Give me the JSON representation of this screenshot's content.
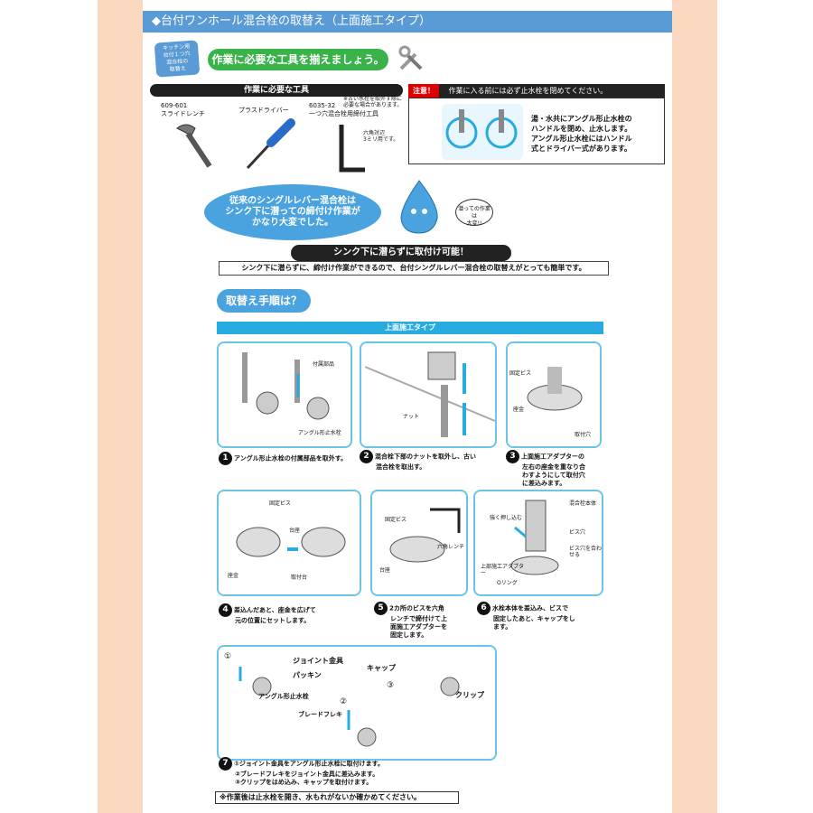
{
  "header": {
    "title": "◆台付ワンホール混合栓の取替え（上面施工タイプ）"
  },
  "badge": {
    "line1": "キッチン用",
    "line2": "台付１つ穴",
    "line3": "混合栓の",
    "line4": "取替え"
  },
  "tools_intro": {
    "heading": "作業に必要な工具を揃えましょう。"
  },
  "tools_section": {
    "title": "作業に必要な工具",
    "tools": [
      {
        "code": "609-601",
        "name": "スライドレンチ"
      },
      {
        "code": "",
        "name": "プラスドライバー"
      },
      {
        "code": "6035-32",
        "name": "一つ穴混合栓用締付工具"
      }
    ],
    "footnote_a": "※古い水栓を取外す際に",
    "footnote_b": "必要な場合があります。",
    "hex_note_a": "六角対辺",
    "hex_note_b": "3ミリ用です。"
  },
  "caution": {
    "key": "注意！",
    "text": "作業に入る前には必ず止水栓を閉めてください。",
    "detail_1": "湯・水共にアングル形止水栓の",
    "detail_2": "ハンドルを閉め、止水します。",
    "detail_3": "アングル形止水栓にはハンドル",
    "detail_4": "式とドライバー式があります。"
  },
  "bubble": {
    "line1": "従来のシングルレバー混合栓は",
    "line2": "シンク下に潜っての締付け作業が",
    "line3": "かなり大変でした。"
  },
  "mascot_think": {
    "line1": "潜っての作業は",
    "line2": "大変!!"
  },
  "banner": {
    "headline": "シンク下に潜らずに取付け可能！",
    "info": "シンク下に潜らずに、締付け作業ができるので、台付シングルレバー混合栓の取替えがとっても簡単です。"
  },
  "procedure": {
    "heading": "取替え手順は？",
    "type_label": "上面施工タイプ",
    "steps": [
      {
        "num": "1",
        "caption": "アングル形止水栓の付属部品を取外す。",
        "labels": [
          "付属部品",
          "アングル形止水栓"
        ]
      },
      {
        "num": "2",
        "caption_a": "混合栓下部のナットを取外し、古い",
        "caption_b": "混合栓を取出す。",
        "labels": [
          "ナット"
        ]
      },
      {
        "num": "3",
        "caption_a": "上面施工アダプターの",
        "caption_b": "左右の座金を重なり合",
        "caption_c": "わすようにして取付穴",
        "caption_d": "に差込みます。",
        "labels": [
          "固定ビス",
          "座金",
          "取付穴"
        ]
      },
      {
        "num": "4",
        "caption_a": "差込んだあと、座金を広げて",
        "caption_b": "元の位置にセットします。",
        "labels": [
          "固定ビス",
          "台座",
          "座金",
          "取付台"
        ]
      },
      {
        "num": "5",
        "caption_a": "2カ所のビスを六角",
        "caption_b": "レンチで締付けて上",
        "caption_c": "面施工アダプターを",
        "caption_d": "固定します。",
        "labels": [
          "固定ビス",
          "六角レンチ",
          "台座"
        ]
      },
      {
        "num": "6",
        "caption_a": "水栓本体を差込み、ビスで",
        "caption_b": "固定したあと、キャップをし",
        "caption_c": "ます。",
        "labels": [
          "混合栓本体",
          "強く押し込む",
          "ビス穴",
          "ビス穴を合わせる",
          "上部施工アダプター",
          "Oリング"
        ]
      },
      {
        "num": "7",
        "caption_a": "①ジョイント金具をアングル形止水栓に取付けます。",
        "caption_b": "②ブレードフレキをジョイント金具に差込みます。",
        "caption_c": "③クリップをはめ込み、キャップを取付けます。",
        "labels": [
          "①",
          "ジョイント金具",
          "パッキン",
          "アングル形止水栓",
          "②",
          "ブレードフレキ",
          "キャップ",
          "③",
          "クリップ"
        ]
      }
    ]
  },
  "final_note": "※作業後は止水栓を開き、水もれがないか確かめてください。"
}
